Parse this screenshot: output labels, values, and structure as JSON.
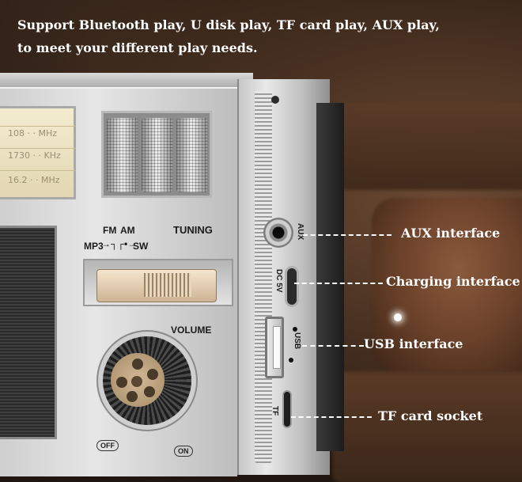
{
  "headline": {
    "line1": "Support Bluetooth play, U disk play, TF card play, AUX play,",
    "line2": "to meet your different play needs."
  },
  "dial": {
    "rows": [
      {
        "value": "108",
        "unit": "MHz"
      },
      {
        "value": "1730",
        "unit": "KHz"
      },
      {
        "value": "16.2",
        "unit": "MHz"
      }
    ]
  },
  "controls": {
    "tuning_label": "TUNING",
    "volume_label": "VOLUME",
    "band_fm": "FM",
    "band_am": "AM",
    "band_mp3": "MP3",
    "band_sw": "SW",
    "off_label": "OFF",
    "on_label": "ON"
  },
  "ports": {
    "aux_label": "AUX",
    "dc_label": "DC 5V",
    "usb_label": "USB",
    "tf_label": "TF"
  },
  "callouts": {
    "aux": "AUX interface",
    "charging": "Charging interface",
    "usb": "USB interface",
    "tf": "TF card socket"
  }
}
